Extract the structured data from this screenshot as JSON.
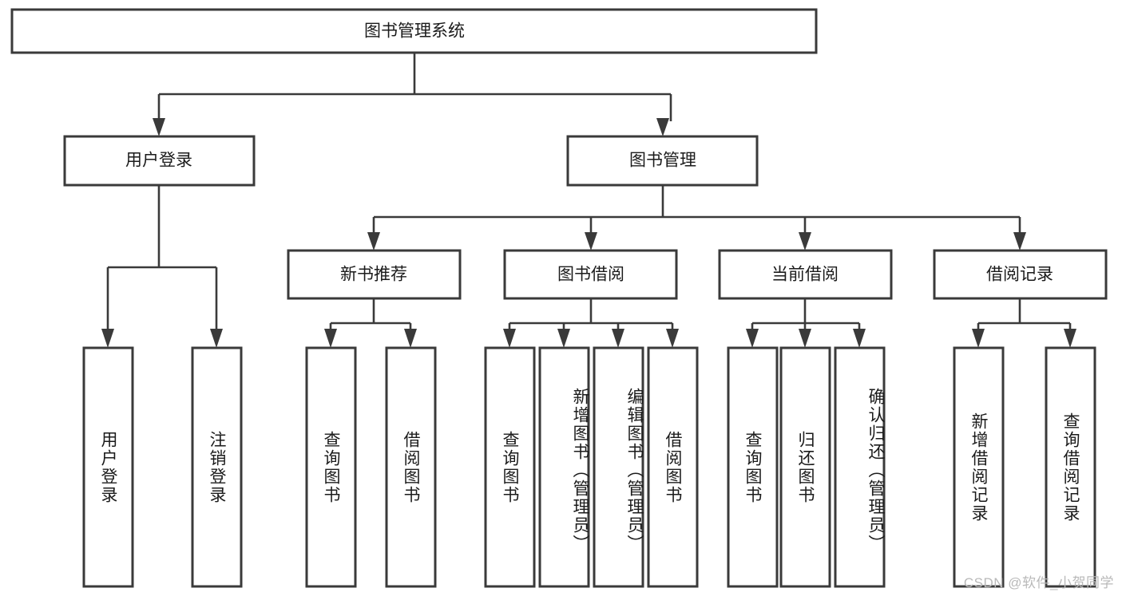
{
  "diagram": {
    "title": "图书管理系统",
    "type": "tree-hierarchy-flowchart",
    "root": {
      "id": "root",
      "label": "图书管理系统"
    },
    "level1": [
      {
        "id": "user-login",
        "label": "用户登录"
      },
      {
        "id": "book-manage",
        "label": "图书管理"
      }
    ],
    "level2": [
      {
        "id": "new-book-recommend",
        "label": "新书推荐",
        "parent": "book-manage"
      },
      {
        "id": "book-borrow",
        "label": "图书借阅",
        "parent": "book-manage"
      },
      {
        "id": "current-borrow",
        "label": "当前借阅",
        "parent": "book-manage"
      },
      {
        "id": "borrow-record",
        "label": "借阅记录",
        "parent": "book-manage"
      }
    ],
    "leaves": [
      {
        "id": "leaf-user-login",
        "label": "用户登录",
        "parent": "user-login"
      },
      {
        "id": "leaf-logout-login",
        "label": "注销登录",
        "parent": "user-login"
      },
      {
        "id": "leaf-query-book-1",
        "label": "查询图书",
        "parent": "new-book-recommend"
      },
      {
        "id": "leaf-borrow-book-1",
        "label": "借阅图书",
        "parent": "new-book-recommend"
      },
      {
        "id": "leaf-query-book-2",
        "label": "查询图书",
        "parent": "book-borrow"
      },
      {
        "id": "leaf-add-book",
        "label": "新增图书（管理员）",
        "parent": "book-borrow"
      },
      {
        "id": "leaf-edit-book",
        "label": "编辑图书（管理员）",
        "parent": "book-borrow"
      },
      {
        "id": "leaf-borrow-book-2",
        "label": "借阅图书",
        "parent": "book-borrow"
      },
      {
        "id": "leaf-query-book-3",
        "label": "查询图书",
        "parent": "current-borrow"
      },
      {
        "id": "leaf-return-book",
        "label": "归还图书",
        "parent": "current-borrow"
      },
      {
        "id": "leaf-confirm-return",
        "label": "确认归还（管理员）",
        "parent": "current-borrow"
      },
      {
        "id": "leaf-add-borrow-record",
        "label": "新增借阅记录",
        "parent": "borrow-record"
      },
      {
        "id": "leaf-query-borrow-record",
        "label": "查询借阅记录",
        "parent": "borrow-record"
      }
    ],
    "watermark": "CSDN @软件_小贺同学",
    "colors": {
      "background": "#ffffff",
      "box_fill": "#ffffff",
      "box_stroke": "#3a3a3a",
      "connector": "#3a3a3a",
      "text": "#1b1b1b",
      "watermark": "#b9b9b9"
    }
  }
}
